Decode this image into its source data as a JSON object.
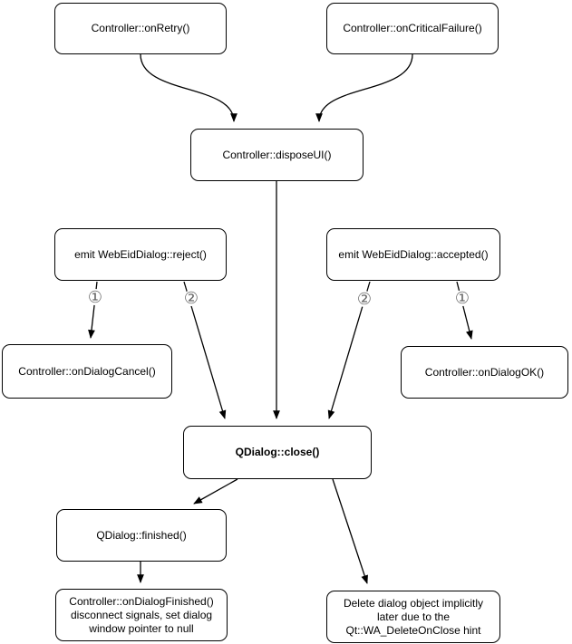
{
  "diagram": {
    "nodes": {
      "on_retry": {
        "label": "Controller::onRetry()"
      },
      "on_critical_failure": {
        "label": "Controller::onCriticalFailure()"
      },
      "dispose_ui": {
        "label": "Controller::disposeUI()"
      },
      "emit_reject": {
        "label": "emit WebEidDialog::reject()"
      },
      "emit_accepted": {
        "label": "emit WebEidDialog::accepted()"
      },
      "on_dialog_cancel": {
        "label": "Controller::onDialogCancel()"
      },
      "on_dialog_ok": {
        "label": "Controller::onDialogOK()"
      },
      "qdialog_close": {
        "label": "QDialog::close()"
      },
      "qdialog_finished": {
        "label": "QDialog::finished()"
      },
      "on_dialog_finished": {
        "label": "Controller::onDialogFinished() disconnect signals, set dialog window pointer to null"
      },
      "delete_dialog": {
        "label": "Delete dialog object implicitly later due to the Qt::WA_DeleteOnClose hint"
      }
    },
    "edge_labels": {
      "reject_1": "①",
      "reject_2": "②",
      "accepted_2": "②",
      "accepted_1": "①"
    },
    "colors": {
      "node_border": "#000000",
      "node_fill": "#ffffff",
      "edge": "#000000",
      "edge_label": "#666666",
      "background": "#ffffff"
    }
  }
}
